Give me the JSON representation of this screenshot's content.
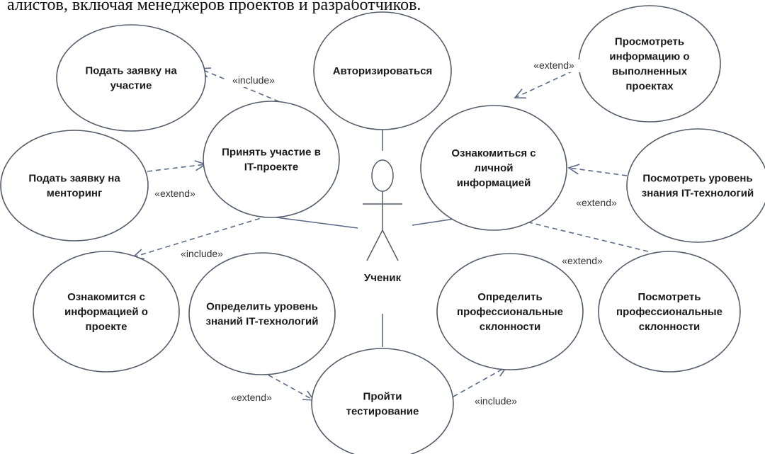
{
  "header_text": "алистов, включая менеджеров проектов и разработчиков.",
  "actor": {
    "label": "Ученик"
  },
  "use_cases": {
    "apply_participation": [
      "Подать заявку на",
      "участие"
    ],
    "authorize": [
      "Авторизироваться"
    ],
    "view_completed_projects": [
      "Просмотреть",
      "информацию о",
      "выполненных",
      "проектах"
    ],
    "take_part_project": [
      "Принять участие в",
      "IT-проекте"
    ],
    "personal_info": [
      "Ознакомиться с",
      "личной",
      "информацией"
    ],
    "apply_mentoring": [
      "Подать заявку на",
      "менторинг"
    ],
    "view_it_knowledge": [
      "Посмотреть уровень",
      "знания IT-технологий"
    ],
    "project_info": [
      "Ознакомится с",
      "информацией о",
      "проекте"
    ],
    "determine_it_level": [
      "Определить уровень",
      "знаний IT-технологий"
    ],
    "determine_prof": [
      "Определить",
      "профессиональные",
      "склонности"
    ],
    "view_prof": [
      "Посмотреть",
      "профессиональные",
      "склонности"
    ],
    "pass_testing": [
      "Пройти",
      "тестирование"
    ]
  },
  "relations": {
    "include_apply": "«include»",
    "extend_completed": "«extend»",
    "extend_mentoring": "«extend»",
    "extend_it_knowledge": "«extend»",
    "include_project_info": "«include»",
    "extend_prof": "«extend»",
    "extend_testing": "«extend»",
    "include_prof": "«include»"
  }
}
